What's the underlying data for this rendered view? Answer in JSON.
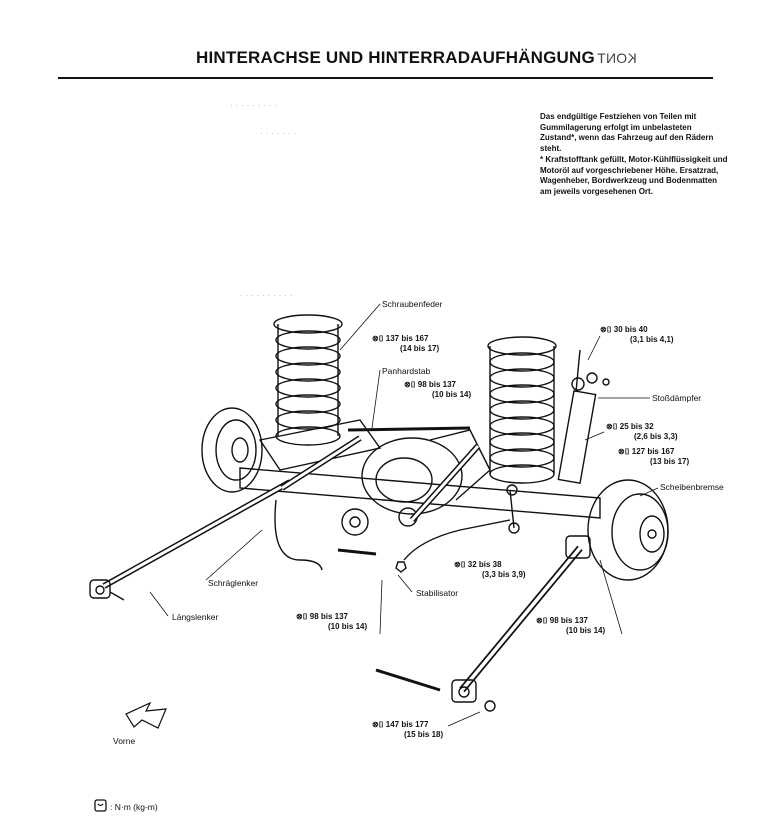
{
  "title": "HINTERACHSE UND HINTERRADAUFHÄNGUNG",
  "title_mirror": "KONT",
  "note": {
    "text": "Das endgültige Festziehen von Teilen mit Gummilagerung erfolgt im unbelasteten Zustand*, wenn das Fahrzeug auf den Rädern steht.",
    "bullet": "*  Kraftstofftank gefüllt, Motor-Kühlflüssigkeit und Motoröl auf vorgeschriebener Höhe. Ersatzrad, Wagenheber, Bordwerkzeug und Bodenmatten am jeweils vorgesehenen Ort."
  },
  "labels": {
    "schraubenfeder": "Schraubenfeder",
    "panhardstab": "Panhardstab",
    "stossdaempfer": "Stoßdämpfer",
    "scheibenbremse": "Scheibenbremse",
    "schraeglenker": "Schräglenker",
    "laengslenker": "Längslenker",
    "stabilisator": "Stabilisator",
    "vorne": "Vorne",
    "legend": ": N·m (kg-m)"
  },
  "torques": {
    "t1": {
      "l1": "137 bis 167",
      "l2": "(14 bis 17)"
    },
    "t2": {
      "l1": "98 bis 137",
      "l2": "(10 bis 14)"
    },
    "t3": {
      "l1": "30 bis 40",
      "l2": "(3,1 bis 4,1)"
    },
    "t4": {
      "l1": "25 bis 32",
      "l2": "(2,6 bis 3,3)"
    },
    "t5": {
      "l1": "127 bis 167",
      "l2": "(13 bis 17)"
    },
    "t6": {
      "l1": "32 bis 38",
      "l2": "(3,3 bis 3,9)"
    },
    "t7": {
      "l1": "98 bis 137",
      "l2": "(10 bis 14)"
    },
    "t8": {
      "l1": "98 bis 137",
      "l2": "(10 bis 14)"
    },
    "t9": {
      "l1": "147 bis 177",
      "l2": "(15 bis 18)"
    }
  }
}
